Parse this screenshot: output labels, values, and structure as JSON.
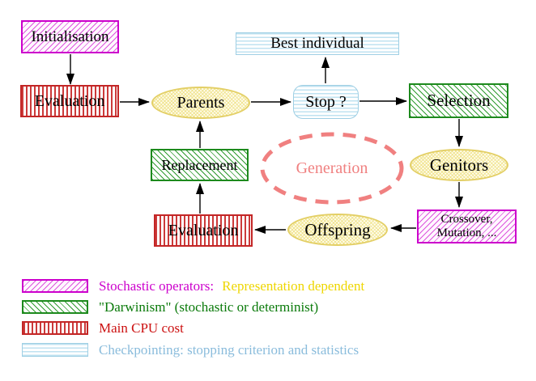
{
  "diagram": {
    "type": "flowchart",
    "subject": "Evolutionary algorithm generation loop",
    "nodes": {
      "initialisation": {
        "label": "Initialisation",
        "style": "magenta-diagonal-hatch"
      },
      "evaluation_top": {
        "label": "Evaluation",
        "style": "red-vertical-stripes"
      },
      "parents": {
        "label": "Parents",
        "style": "yellow-ellipse"
      },
      "stop": {
        "label": "Stop ?",
        "style": "cyan-horizontal-stripes-rounded"
      },
      "best_individual": {
        "label": "Best individual",
        "style": "cyan-horizontal-stripes"
      },
      "selection": {
        "label": "Selection",
        "style": "green-diagonal-hatch"
      },
      "genitors": {
        "label": "Genitors",
        "style": "yellow-ellipse"
      },
      "crossover": {
        "line1": "Crossover,",
        "line2": "Mutation, ...",
        "style": "magenta-diagonal-hatch"
      },
      "offspring": {
        "label": "Offspring",
        "style": "yellow-ellipse"
      },
      "evaluation_bottom": {
        "label": "Evaluation",
        "style": "red-vertical-stripes"
      },
      "replacement": {
        "label": "Replacement",
        "style": "green-diagonal-hatch"
      },
      "generation": {
        "label": "Generation",
        "style": "salmon-dashed-ellipse"
      }
    },
    "edges": [
      {
        "from": "Initialisation",
        "to": "Evaluation"
      },
      {
        "from": "Evaluation",
        "to": "Parents"
      },
      {
        "from": "Parents",
        "to": "Stop ?"
      },
      {
        "from": "Stop ?",
        "to": "Best individual"
      },
      {
        "from": "Stop ?",
        "to": "Selection"
      },
      {
        "from": "Selection",
        "to": "Genitors"
      },
      {
        "from": "Genitors",
        "to": "Crossover, Mutation, ..."
      },
      {
        "from": "Crossover, Mutation, ...",
        "to": "Offspring"
      },
      {
        "from": "Offspring",
        "to": "Evaluation"
      },
      {
        "from": "Evaluation",
        "to": "Replacement"
      },
      {
        "from": "Replacement",
        "to": "Parents"
      }
    ]
  },
  "legend": {
    "items": [
      {
        "swatch": "magenta-diagonal-hatch",
        "parts": [
          {
            "text": "Stochastic operators:",
            "color": "#cc00cc"
          },
          {
            "text": "Representation dependent",
            "color": "#eed600"
          }
        ]
      },
      {
        "swatch": "green-diagonal-hatch",
        "parts": [
          {
            "text": "\"Darwinism\" (stochastic or determinist)",
            "color": "#0a7a0a"
          }
        ]
      },
      {
        "swatch": "red-vertical-stripes",
        "parts": [
          {
            "text": "Main CPU cost",
            "color": "#cc1111"
          }
        ]
      },
      {
        "swatch": "cyan-horizontal-stripes",
        "parts": [
          {
            "text": "Checkpointing: stopping criterion and statistics",
            "color": "#8abcdc"
          }
        ]
      }
    ]
  },
  "colors": {
    "background": "#ffffff",
    "magenta": "#cc00cc",
    "green": "#1d8a1d",
    "red": "#c32626",
    "cyan_border": "#9fcfe4",
    "yellow_border": "#e3cf66",
    "salmon": "#f08080",
    "arrow": "#000000"
  }
}
